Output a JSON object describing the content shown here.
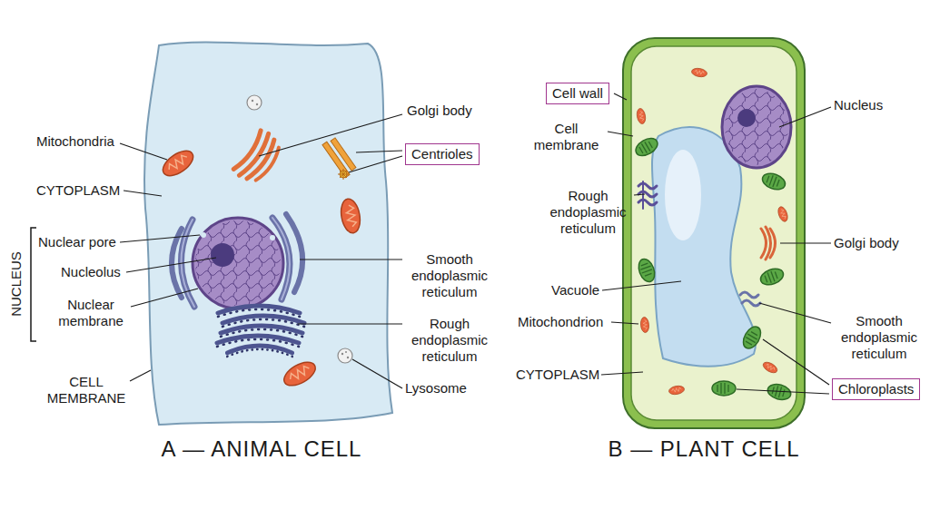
{
  "diagram": {
    "nodes": [
      {
        "text": [
          "Centrioles"
        ]
      },
      {
        "text": [
          "Cell wall"
        ]
      },
      {
        "text": [
          "Chloroplasts"
        ]
      }
    ],
    "edges": [],
    "labels": [
      "Golgi body",
      "Mitochondria",
      "CYTOPLASM",
      "NUCLEUS",
      "Nuclear pore",
      "Nucleolus",
      "Nuclear membrane",
      "Smooth endoplasmic reticulum",
      "Rough endoplasmic reticulum",
      "CELL MEMBRANE",
      "Lysosome",
      "A — ANIMAL CELL",
      "Cell membrane",
      "Nucleus",
      "Rough endoplasmic reticulum",
      "Golgi body",
      "Vacuole",
      "Mitochondrion",
      "Smooth endoplasmic reticulum",
      "CYTOPLASM",
      "B — PLANT CELL"
    ]
  }
}
